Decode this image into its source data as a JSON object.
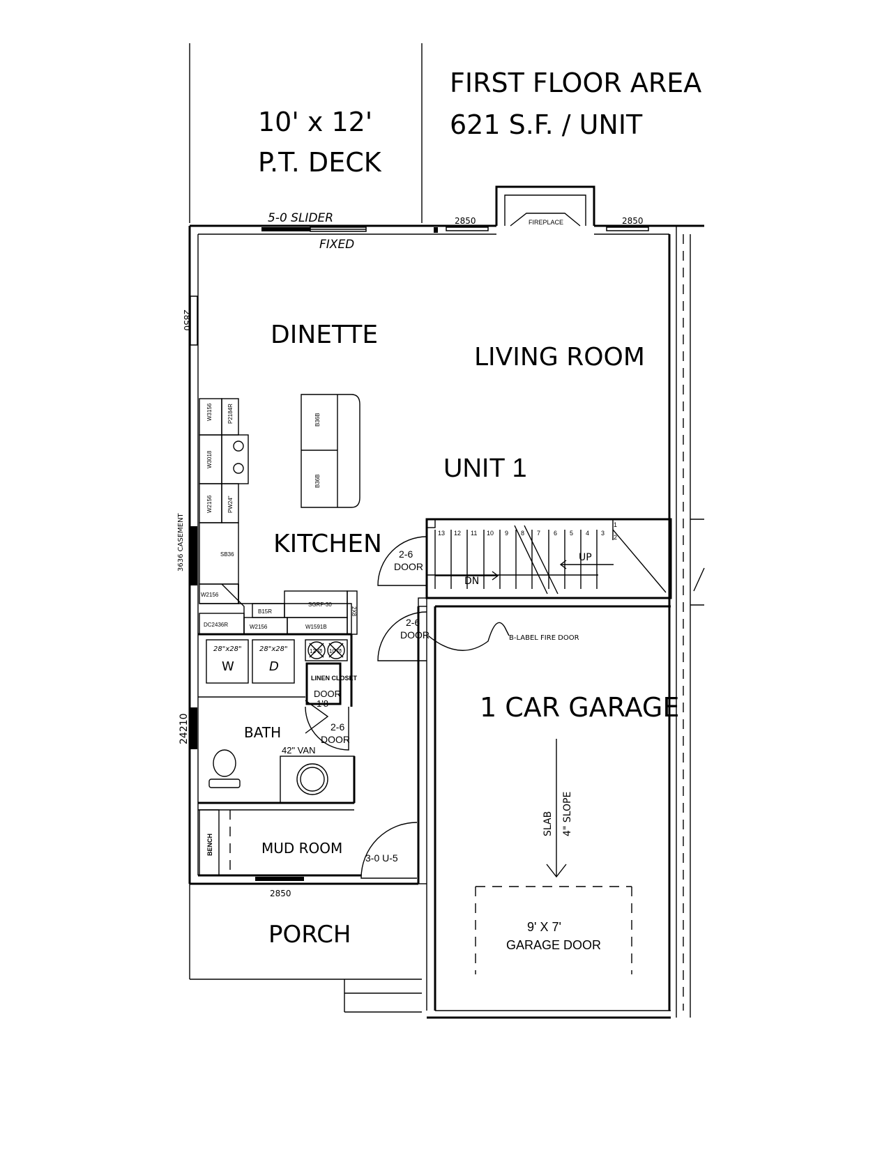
{
  "header": {
    "area_line1": "FIRST FLOOR AREA",
    "area_line2": "621 S.F. / UNIT"
  },
  "deck": {
    "size": "10' x 12'",
    "name": "P.T. DECK"
  },
  "windows": {
    "slider": "5-0 SLIDER",
    "fixed": "FIXED",
    "top_left": "2850",
    "top_right": "2850",
    "west_upper": "2850",
    "casement": "3636 CASEMENT",
    "bath_window": "24210",
    "mud_window": "2850"
  },
  "fireplace": "FIREPLACE",
  "rooms": {
    "dinette": "DINETTE",
    "living": "LIVING ROOM",
    "kitchen": "KITCHEN",
    "unit": "UNIT 1",
    "bath": "BATH",
    "mud": "MUD ROOM",
    "porch": "PORCH",
    "garage": "1 CAR GARAGE",
    "linen": "LINEN CLOSET"
  },
  "doors": {
    "stair_door": [
      "2-6",
      "DOOR"
    ],
    "garage_door_int": [
      "2-6",
      "DOOR"
    ],
    "fire_label": "B-LABEL FIRE DOOR",
    "bath_door": [
      "2-6",
      "DOOR"
    ],
    "linen_door": [
      "DOOR",
      "1'8"
    ],
    "entry": "3-0 U-5"
  },
  "fixtures": {
    "washer_size": "28\"x28\"",
    "dryer_size": "28\"x28\"",
    "washer": "W",
    "dryer": "D",
    "vanity": "42\" VAN",
    "bench": "BENCH",
    "heater_a": "12\"Ø",
    "heater_b": "10\"Ø"
  },
  "cabinets": {
    "w3156": "W3156",
    "p2184r": "P2184R",
    "w3018": "W3018",
    "w2156": "W2156",
    "pw24": "PW24\"",
    "sb36": "SB36",
    "w2156b": "W2156",
    "dc2436r": "DC2436R",
    "b15r": "B15R",
    "sgrf": "SGRF-30",
    "w2156c": "W2156",
    "w1591b": "W1591B",
    "b36b_a": "B36B",
    "b36b_b": "B36B",
    "filler": "2X8"
  },
  "stairs": {
    "steps": [
      "1",
      "2",
      "3",
      "4",
      "5",
      "6",
      "7",
      "8",
      "9",
      "10",
      "11",
      "12",
      "13"
    ],
    "up": "UP",
    "dn": "DN"
  },
  "garage": {
    "slab": "SLAB",
    "slope": "4\" SLOPE",
    "door_size": "9' X 7'",
    "door_name": "GARAGE DOOR"
  }
}
